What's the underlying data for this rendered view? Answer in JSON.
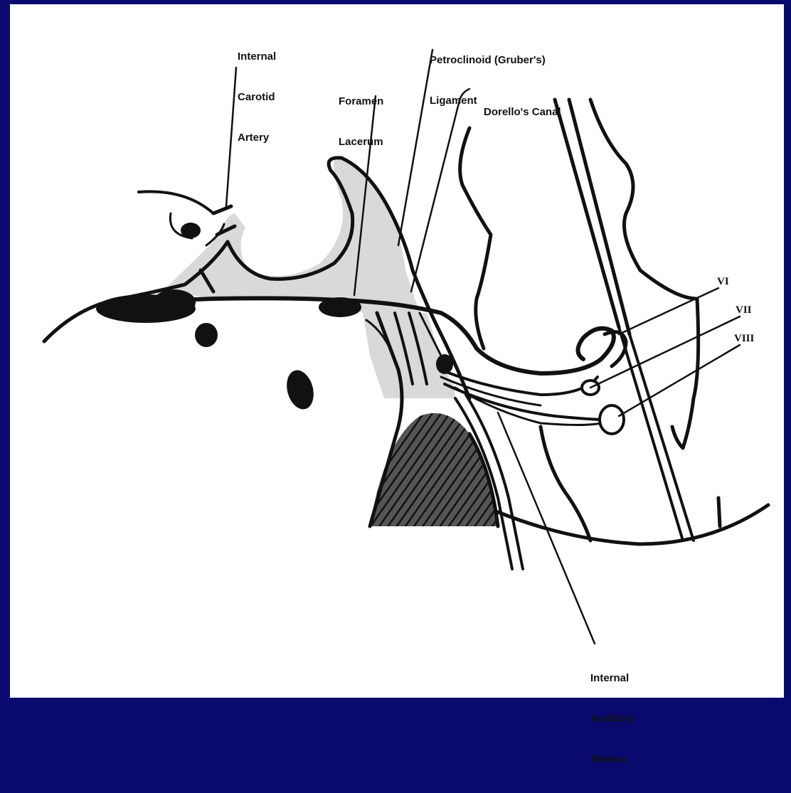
{
  "labels": {
    "internal_carotid_artery": [
      "Internal",
      "Carotid",
      "Artery"
    ],
    "foramen_lacerum": [
      "Foramen",
      "Lacerum"
    ],
    "petroclinoid_ligament": [
      "Petroclinoid (Gruber's)",
      "Ligament"
    ],
    "dorellos_canal": [
      "Dorello's Canal"
    ],
    "internal_auditory_meatus": [
      "Internal",
      "Auditory",
      "Meatus"
    ],
    "nerve_vi": "VI",
    "nerve_vii": "VII",
    "nerve_viii": "VIII"
  },
  "colors": {
    "background": "#0a0a6e",
    "panel": "#ffffff",
    "ink": "#111111",
    "bone_fill": "#d9d9d9"
  }
}
